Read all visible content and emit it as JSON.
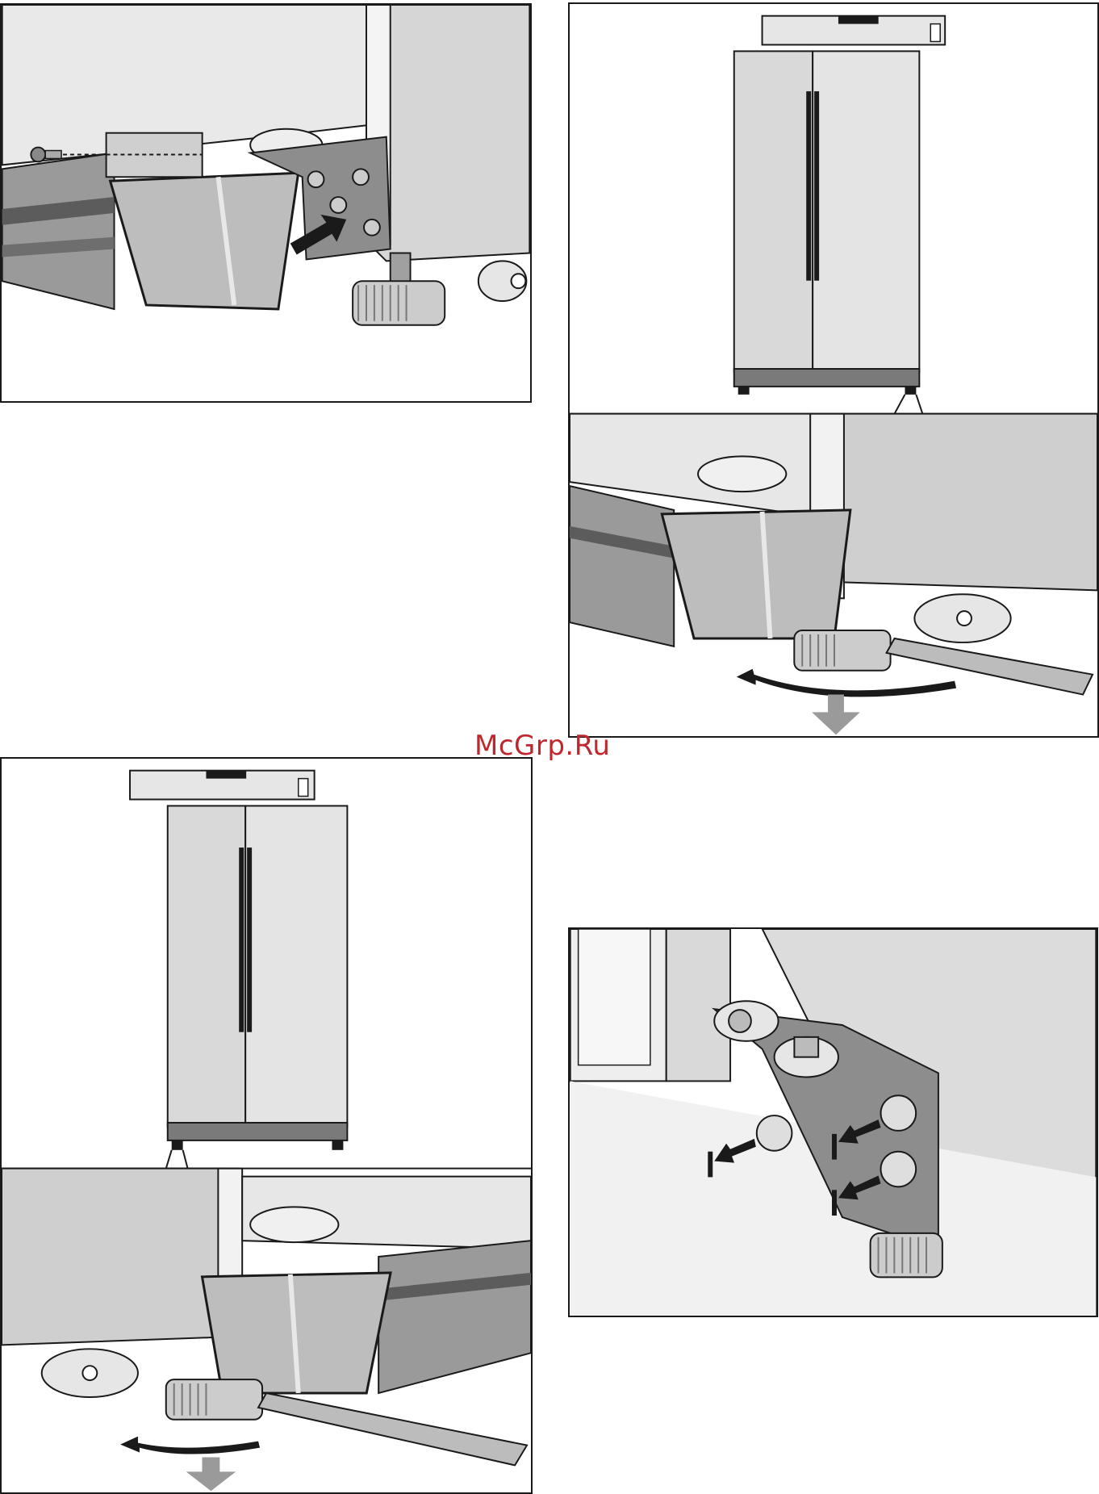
{
  "watermark": {
    "text": "McGrp.Ru",
    "color": "#c0272d"
  },
  "palette": {
    "outline": "#1a1a1a",
    "metal_light": "#e2e2e2",
    "metal_mid": "#b5b5b5",
    "metal_dark": "#7a7a7a",
    "floor": "#f1f1f1"
  },
  "figures": [
    {
      "id": "remove-base-cover",
      "icons": [
        "screw-icon",
        "push-arrow-icon"
      ]
    },
    {
      "id": "level-front-right",
      "icons": [
        "spirit-level-icon",
        "screwdriver-icon",
        "rotate-arrow-icon",
        "down-arrow-icon"
      ]
    },
    {
      "id": "level-front-left",
      "icons": [
        "spirit-level-icon",
        "screwdriver-icon",
        "rotate-arrow-icon",
        "down-arrow-icon"
      ]
    },
    {
      "id": "hinge-bracket-bolts",
      "icons": [
        "bolt-icon",
        "pull-arrow-icon"
      ]
    }
  ]
}
